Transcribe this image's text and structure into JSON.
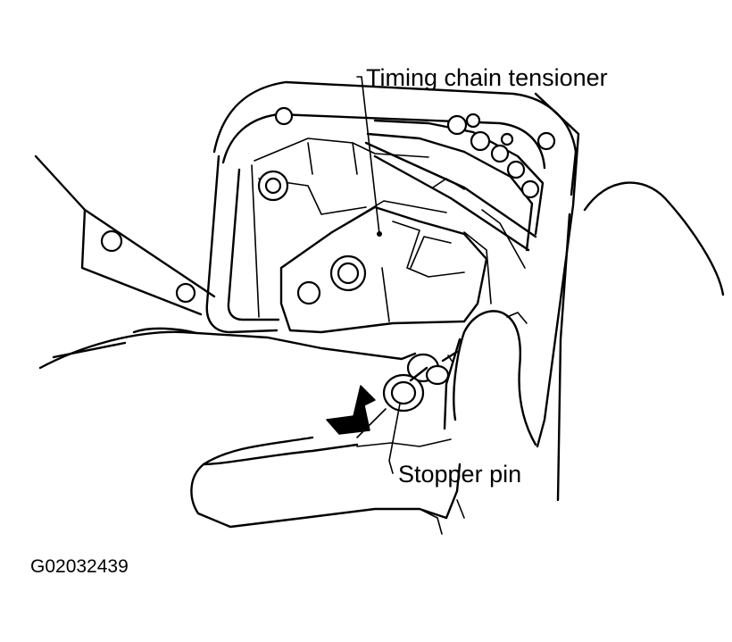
{
  "labels": {
    "tensioner": "Timing chain tensioner",
    "stopper_pin": "Stopper pin"
  },
  "figure_code": "G02032439",
  "icons": {
    "direction_arrow": "pull-direction-arrow-icon"
  }
}
